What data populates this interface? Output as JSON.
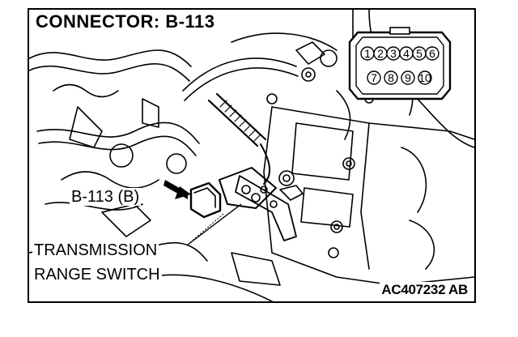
{
  "title": "CONNECTOR: B-113",
  "connector_label": "B-113 (B)",
  "switch_label_line1": "TRANSMISSION",
  "switch_label_line2": "RANGE SWITCH",
  "figure_code": "AC407232 AB",
  "pins": [
    "1",
    "2",
    "3",
    "4",
    "5",
    "6",
    "7",
    "8",
    "9",
    "10"
  ]
}
